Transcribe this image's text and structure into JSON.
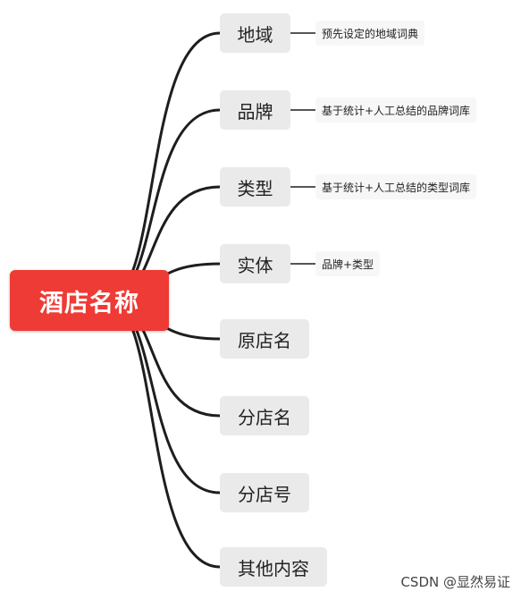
{
  "root": {
    "label": "酒店名称"
  },
  "nodes": [
    {
      "label": "地域",
      "note": "预先设定的地域词典"
    },
    {
      "label": "品牌",
      "note": "基于统计+人工总结的品牌词库"
    },
    {
      "label": "类型",
      "note": "基于统计+人工总结的类型词库"
    },
    {
      "label": "实体",
      "note": "品牌+类型"
    },
    {
      "label": "原店名"
    },
    {
      "label": "分店名"
    },
    {
      "label": "分店号"
    },
    {
      "label": "其他内容"
    }
  ],
  "watermark": "CSDN @显然易证",
  "colors": {
    "root_fill": "#ee3b35",
    "node_fill": "#eaeaea",
    "note_fill": "#f7f7f7",
    "connector": "#1e1e1e"
  }
}
